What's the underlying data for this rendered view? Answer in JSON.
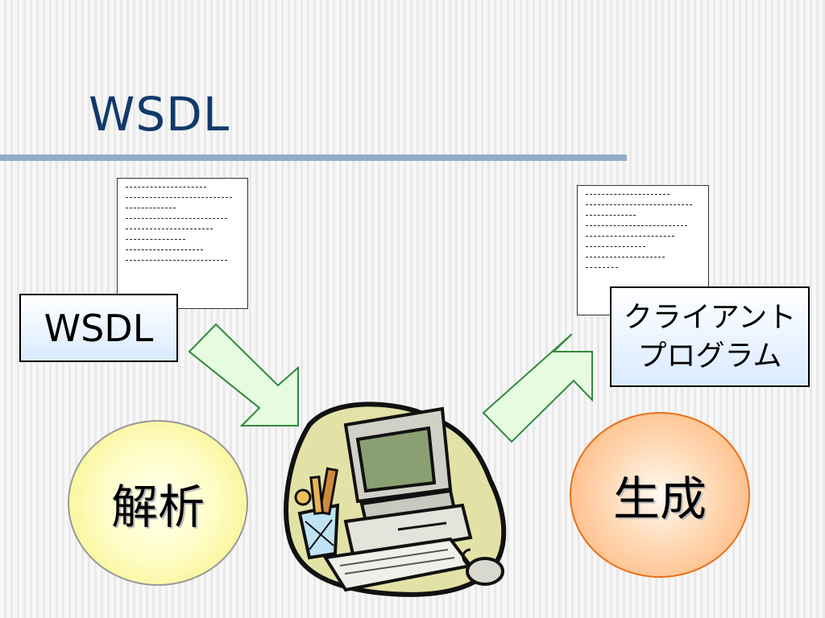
{
  "slide": {
    "title": "WSDL"
  },
  "diagram": {
    "wsdl_label": "WSDL",
    "client_label": "クライアント\nプログラム",
    "analyze_label": "解析",
    "generate_label": "生成"
  },
  "colors": {
    "title": "#113a6b",
    "rule": "#94adc7",
    "arrow_fill": "#e6fce1",
    "arrow_stroke": "#2f8a3a",
    "label_box_gradient_end": "#d9ebff",
    "analyze_fill": "#f4f07a",
    "generate_fill": "#ffae70",
    "generate_border": "#e8701a"
  },
  "icons": {
    "left_document": "document-icon",
    "right_document": "document-icon",
    "computer": "computer-clipart-icon"
  }
}
